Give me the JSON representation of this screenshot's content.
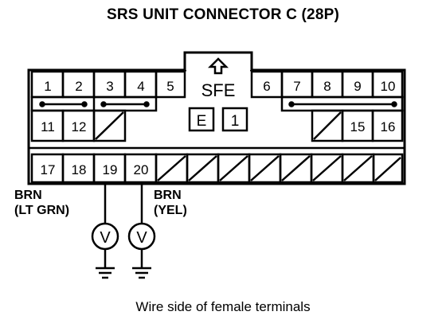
{
  "title": "SRS UNIT CONNECTOR C (28P)",
  "caption": "Wire side of female terminals",
  "connector": {
    "top_marks": [
      "SFE",
      "E",
      "1"
    ],
    "terminals": [
      "1",
      "2",
      "3",
      "4",
      "5",
      "6",
      "7",
      "8",
      "9",
      "10",
      "11",
      "12",
      "15",
      "16",
      "17",
      "18",
      "19",
      "20"
    ]
  },
  "wires": [
    {
      "terminal": "19",
      "color_line1": "BRN",
      "color_line2": "(LT GRN)"
    },
    {
      "terminal": "20",
      "color_line1": "BRN",
      "color_line2": "(YEL)"
    }
  ],
  "meter_symbol": "V"
}
